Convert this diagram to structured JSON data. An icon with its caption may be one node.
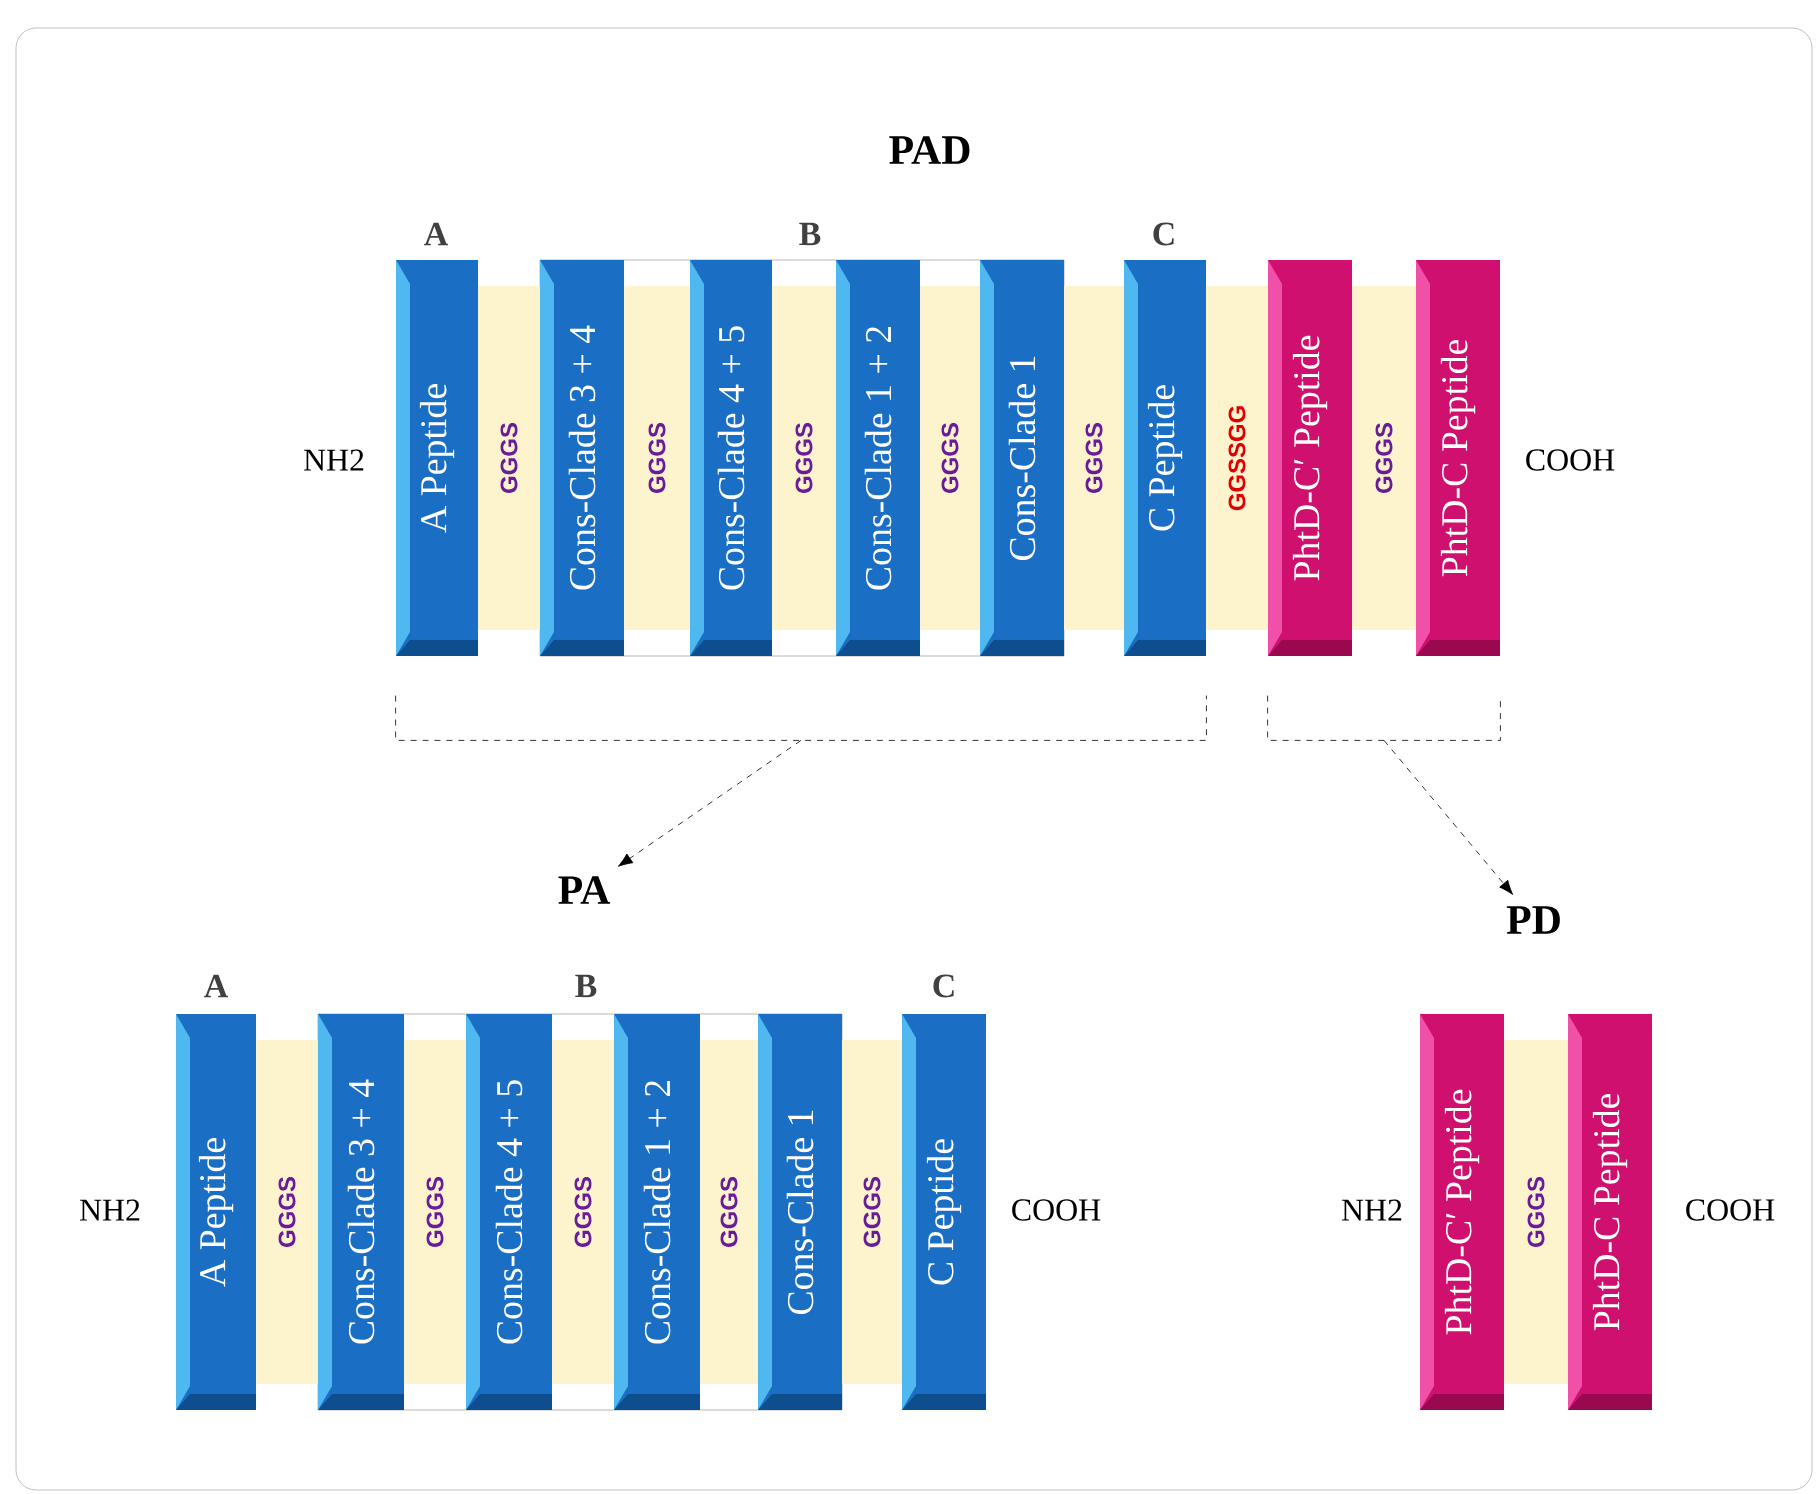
{
  "diagram": {
    "title": "PAD",
    "nodes": [
      {
        "text": [
          "A Peptide"
        ]
      },
      {
        "text": [
          "GGGS"
        ]
      },
      {
        "text": [
          "Cons-Clade 3 + 4"
        ]
      },
      {
        "text": [
          "GGGS"
        ]
      },
      {
        "text": [
          "Cons-Clade 4 + 5"
        ]
      },
      {
        "text": [
          "GGGS"
        ]
      },
      {
        "text": [
          "Cons-Clade 1 + 2"
        ]
      },
      {
        "text": [
          "GGGS"
        ]
      },
      {
        "text": [
          "Cons-Clade 1"
        ]
      },
      {
        "text": [
          "GGGS"
        ]
      },
      {
        "text": [
          "C Peptide"
        ]
      },
      {
        "text": [
          "GGSSGG"
        ]
      },
      {
        "text": [
          "PhtD-C′ Peptide"
        ]
      },
      {
        "text": [
          "GGGS"
        ]
      },
      {
        "text": [
          "PhtD-C Peptide"
        ]
      },
      {
        "text": [
          "PA"
        ]
      },
      {
        "text": [
          "A Peptide"
        ]
      },
      {
        "text": [
          "GGGS"
        ]
      },
      {
        "text": [
          "Cons-Clade 3 + 4"
        ]
      },
      {
        "text": [
          "GGGS"
        ]
      },
      {
        "text": [
          "Cons-Clade 4 + 5"
        ]
      },
      {
        "text": [
          "GGGS"
        ]
      },
      {
        "text": [
          "Cons-Clade 1 + 2"
        ]
      },
      {
        "text": [
          "GGGS"
        ]
      },
      {
        "text": [
          "Cons-Clade 1"
        ]
      },
      {
        "text": [
          "GGGS"
        ]
      },
      {
        "text": [
          "C Peptide"
        ]
      },
      {
        "text": [
          "PD"
        ]
      },
      {
        "text": [
          "PhtD-C′ Peptide"
        ]
      },
      {
        "text": [
          "GGGS"
        ]
      },
      {
        "text": [
          "PhtD-C Peptide"
        ]
      },
      {
        "text": [],
        "shape": "bracket"
      },
      {
        "text": [],
        "shape": "bracket"
      }
    ],
    "edges": [
      {
        "from": 31,
        "to": 15,
        "arrow": "to",
        "style": "dashed"
      },
      {
        "from": 32,
        "to": 27,
        "arrow": "to",
        "style": "dashed"
      }
    ],
    "labels": [
      "A",
      "B",
      "C",
      "NH2",
      "COOH",
      "A",
      "B",
      "C",
      "NH2",
      "COOH",
      "NH2",
      "COOH"
    ]
  }
}
